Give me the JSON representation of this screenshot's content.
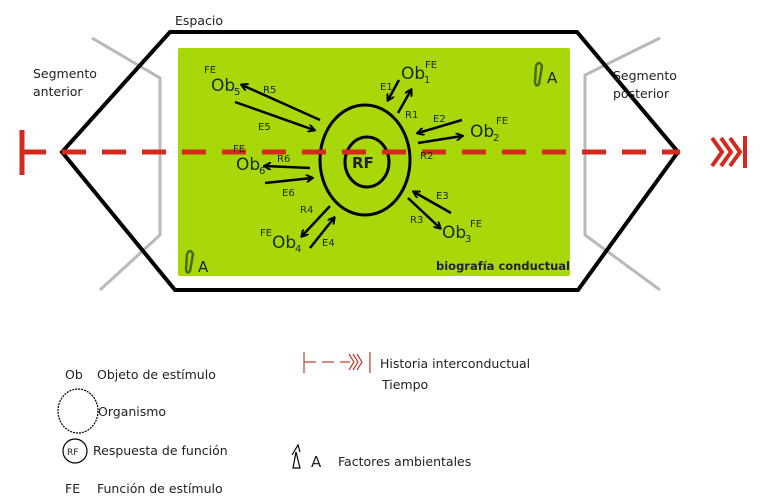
{
  "labels": {
    "space": "Espacio",
    "anterior_line1": "Segmento",
    "anterior_line2": "anterior",
    "posterior_line1": "Segmento",
    "posterior_line2": "posterior",
    "biography": "biografía conductual",
    "rf": "RF",
    "env_letter": "A"
  },
  "objects": [
    {
      "name": "Ob",
      "index": "1",
      "fe": "FE",
      "stimulus": "E1",
      "response": "R1"
    },
    {
      "name": "Ob",
      "index": "2",
      "fe": "FE",
      "stimulus": "E2",
      "response": "R2"
    },
    {
      "name": "Ob",
      "index": "3",
      "fe": "FE",
      "stimulus": "E3",
      "response": "R3"
    },
    {
      "name": "Ob",
      "index": "4",
      "fe": "FE",
      "stimulus": "E4",
      "response": "R4"
    },
    {
      "name": "Ob",
      "index": "5",
      "fe": "FE",
      "stimulus": "E5",
      "response": "R5"
    },
    {
      "name": "Ob",
      "index": "6",
      "fe": "FE",
      "stimulus": "E6",
      "response": "R6"
    }
  ],
  "legend": {
    "ob_abbr": "Ob",
    "ob_text": "Objeto de estímulo",
    "organism_text": "Organismo",
    "rf_abbr": "RF",
    "rf_text": "Respuesta de función",
    "fe_abbr": "FE",
    "fe_text": "Función de estímulo",
    "history_text": "Historia interconductual",
    "time_text": "Tiempo",
    "env_letter": "A",
    "env_text": "Factores ambientales"
  },
  "colors": {
    "field": "#a8d80a",
    "timeline": "#d42a1e",
    "outline": "#000000",
    "segment": "#b9b9b9"
  }
}
